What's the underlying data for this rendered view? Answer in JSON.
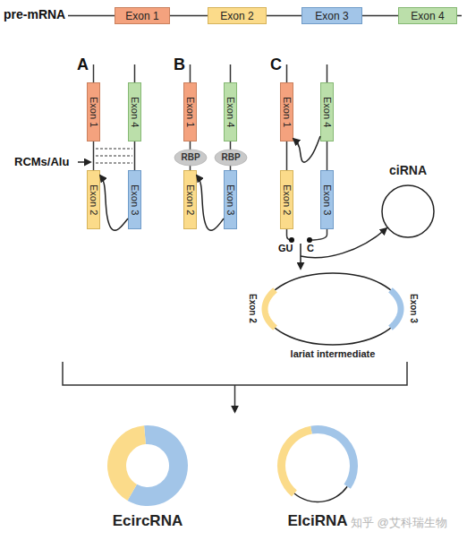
{
  "diagram": {
    "nodes": [
      {
        "text": [
          "Exon 1"
        ]
      },
      {
        "text": [
          "Exon 2"
        ]
      },
      {
        "text": [
          "Exon 3"
        ]
      },
      {
        "text": [
          "Exon 4"
        ]
      },
      {
        "text": [
          "Exon 1"
        ]
      },
      {
        "text": [
          "Exon 4"
        ]
      },
      {
        "text": [
          "Exon 2"
        ]
      },
      {
        "text": [
          "Exon 3"
        ]
      },
      {
        "text": [
          "Exon 1"
        ]
      },
      {
        "text": [
          "Exon 4"
        ]
      },
      {
        "text": [
          "Exon 2"
        ]
      },
      {
        "text": [
          "Exon 3"
        ]
      },
      {
        "text": [
          "RBP"
        ]
      },
      {
        "text": [
          "RBP"
        ]
      },
      {
        "text": [
          "Exon 1"
        ]
      },
      {
        "text": [
          "Exon 4"
        ]
      },
      {
        "text": [
          "Exon 2"
        ]
      },
      {
        "text": [
          "Exon 3"
        ]
      },
      {
        "text": [
          "ciRNA"
        ]
      },
      {
        "text": [
          "Exon 2",
          "Exon 3",
          "lariat intermediate"
        ]
      },
      {
        "text": [
          "EcircRNA"
        ]
      },
      {
        "text": [
          "EIciRNA"
        ]
      }
    ],
    "edges": [
      {
        "from": 7,
        "to": 6,
        "arrow": "to"
      },
      {
        "from": 11,
        "to": 10,
        "arrow": "to"
      },
      {
        "from": 15,
        "to": 14,
        "arrow": "to"
      }
    ],
    "labels": [
      "pre-mRNA",
      "A",
      "B",
      "C",
      "RCMs/Alu",
      "GU",
      "C",
      "知乎 @艾科瑞生物"
    ]
  }
}
